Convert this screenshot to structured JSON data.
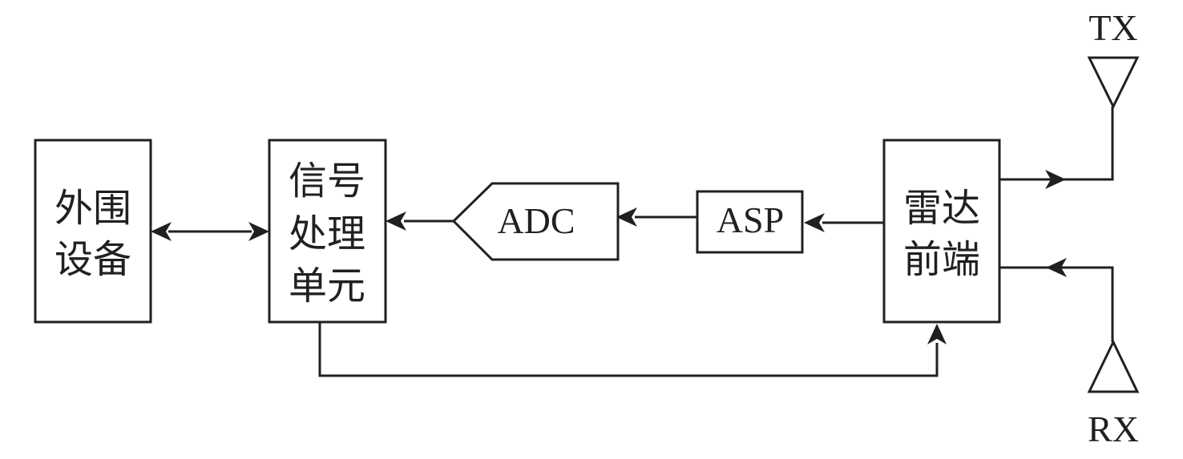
{
  "blocks": {
    "peripheral": {
      "line1": "外围",
      "line2": "设备"
    },
    "signal_processing": {
      "line1": "信号",
      "line2": "处理",
      "line3": "单元"
    },
    "adc": {
      "label": "ADC"
    },
    "asp": {
      "label": "ASP"
    },
    "radar_frontend": {
      "line1": "雷达",
      "line2": "前端"
    }
  },
  "antennas": {
    "tx": {
      "label": "TX"
    },
    "rx": {
      "label": "RX"
    }
  },
  "colors": {
    "stroke": "#231f20",
    "background": "#ffffff"
  }
}
